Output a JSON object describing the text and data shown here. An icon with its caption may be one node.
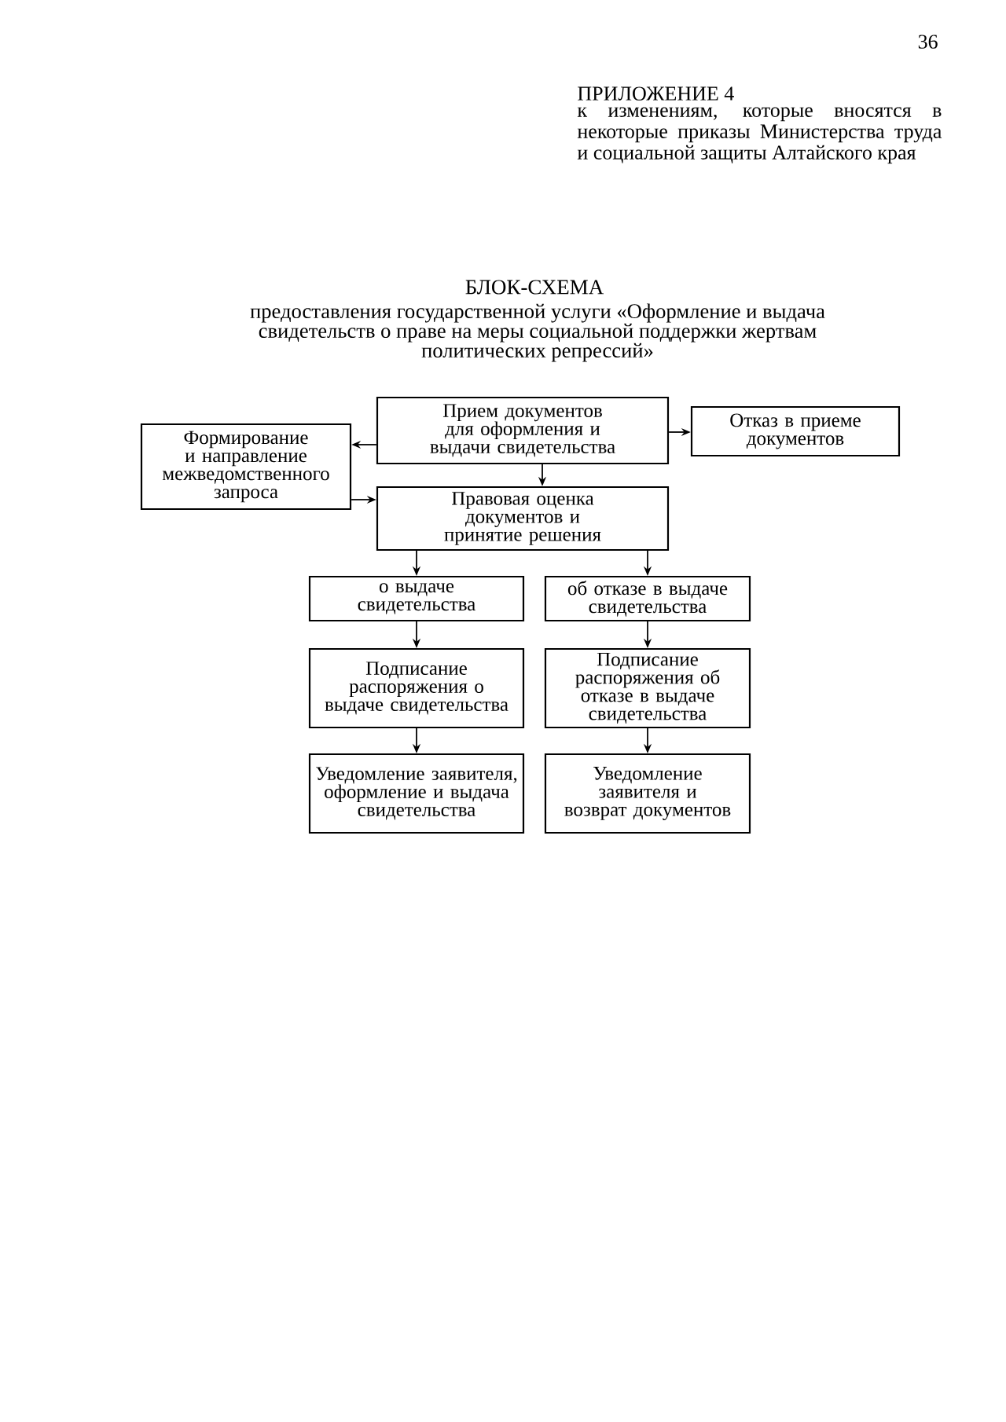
{
  "diagram": {
    "title": "БЛОК-СХЕМА",
    "nodes": [
      {
        "text": [
          "Прием документов для оформления и выдачи свидетельства"
        ]
      },
      {
        "text": [
          "Отказ в приеме документов"
        ]
      },
      {
        "text": [
          "Формирование и направление межведомственного запроса"
        ]
      },
      {
        "text": [
          "Правовая оценка документов и принятие решения"
        ]
      },
      {
        "text": [
          "о выдаче свидетельства"
        ]
      },
      {
        "text": [
          "об отказе в выдаче свидетельства"
        ]
      },
      {
        "text": [
          "Подписание распоряжения о выдаче свидетельства"
        ]
      },
      {
        "text": [
          "Подписание распоряжения об отказе в выдаче свидетельства"
        ]
      },
      {
        "text": [
          "Уведомление заявителя, оформление и выдача свидетельства"
        ]
      },
      {
        "text": [
          "Уведомление заявителя и возврат документов"
        ]
      }
    ],
    "edges": [
      {
        "from": 0,
        "to": 1,
        "arrow": "to"
      },
      {
        "from": 0,
        "to": 2,
        "arrow": "to"
      },
      {
        "from": 0,
        "to": 3,
        "arrow": "to"
      },
      {
        "from": 2,
        "to": 3,
        "arrow": "to"
      },
      {
        "from": 3,
        "to": 4,
        "arrow": "to"
      },
      {
        "from": 3,
        "to": 5,
        "arrow": "to"
      },
      {
        "from": 4,
        "to": 6,
        "arrow": "to"
      },
      {
        "from": 5,
        "to": 7,
        "arrow": "to"
      },
      {
        "from": 6,
        "to": 8,
        "arrow": "to"
      },
      {
        "from": 7,
        "to": 9,
        "arrow": "to"
      }
    ],
    "labels": [
      "36",
      "ПРИЛОЖЕНИЕ 4",
      "к изменениям, которые вносятся в некоторые приказы Министерства труда и социальной защиты Алтайского края",
      "предоставления государственной услуги «Оформление и выдача свидетельств о праве на меры социальной поддержки жертвам политических репрессий»"
    ]
  }
}
